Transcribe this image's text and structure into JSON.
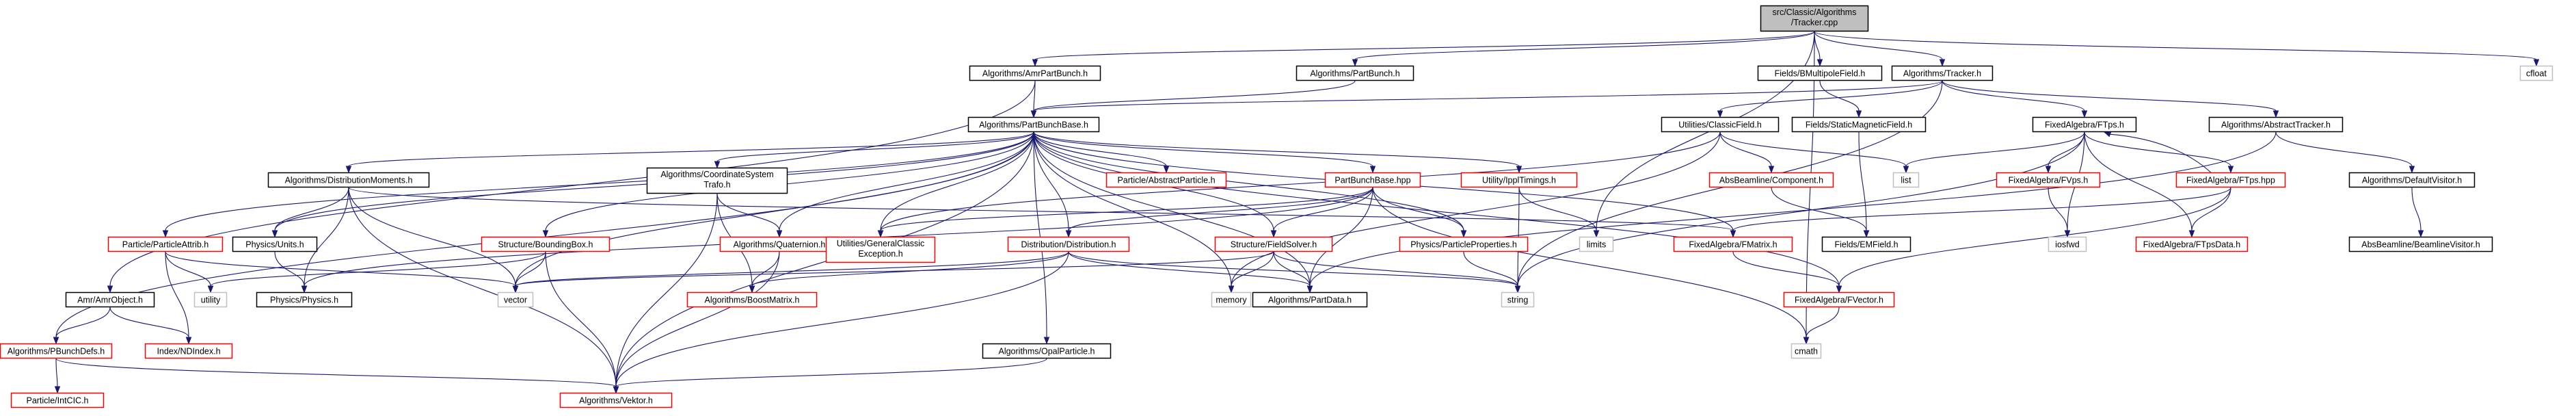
{
  "colors": {
    "root_fill": "#bfbfbf",
    "root_border": "#000000",
    "normal_border": "#000000",
    "red_border": "#ff0000",
    "system_border": "#bfbfbf",
    "edge": "#191970"
  },
  "nodes": {
    "n_root": {
      "label": "src/Classic/Algorithms/Tracker.cpp",
      "style": "root"
    },
    "n_amrpb": {
      "label": "Algorithms/AmrPartBunch.h",
      "style": "normal"
    },
    "n_pb": {
      "label": "Algorithms/PartBunch.h",
      "style": "normal"
    },
    "n_bmf": {
      "label": "Fields/BMultipoleField.h",
      "style": "normal"
    },
    "n_tracker": {
      "label": "Algorithms/Tracker.h",
      "style": "normal"
    },
    "n_cfloat": {
      "label": "cfloat",
      "style": "system"
    },
    "n_pbb": {
      "label": "Algorithms/PartBunchBase.h",
      "style": "normal"
    },
    "n_classicfield": {
      "label": "Utilities/ClassicField.h",
      "style": "normal"
    },
    "n_smf": {
      "label": "Fields/StaticMagneticField.h",
      "style": "normal"
    },
    "n_ftps": {
      "label": "FixedAlgebra/FTps.h",
      "style": "normal"
    },
    "n_abstracker": {
      "label": "Algorithms/AbstractTracker.h",
      "style": "normal"
    },
    "n_distmom": {
      "label": "Algorithms/DistributionMoments.h",
      "style": "normal"
    },
    "n_coordsys": {
      "label": "Algorithms/CoordinateSystem Trafo.h",
      "style": "normal"
    },
    "n_abspart": {
      "label": "Particle/AbstractParticle.h",
      "style": "red"
    },
    "n_pbbhpp": {
      "label": "PartBunchBase.hpp",
      "style": "red"
    },
    "n_ippl": {
      "label": "Utility/IpplTimings.h",
      "style": "red"
    },
    "n_abscomp": {
      "label": "AbsBeamline/Component.h",
      "style": "red"
    },
    "n_list": {
      "label": "list",
      "style": "system"
    },
    "n_fvps": {
      "label": "FixedAlgebra/FVps.h",
      "style": "red"
    },
    "n_ftpshpp": {
      "label": "FixedAlgebra/FTps.hpp",
      "style": "red"
    },
    "n_defvisitor": {
      "label": "Algorithms/DefaultVisitor.h",
      "style": "normal"
    },
    "n_partattrib": {
      "label": "Particle/ParticleAttrib.h",
      "style": "red"
    },
    "n_units": {
      "label": "Physics/Units.h",
      "style": "normal"
    },
    "n_quat": {
      "label": "Algorithms/Quaternion.h",
      "style": "red"
    },
    "n_gce": {
      "label": "Utilities/GeneralClassic Exception.h",
      "style": "red"
    },
    "n_bbox": {
      "label": "Structure/BoundingBox.h",
      "style": "red"
    },
    "n_dist": {
      "label": "Distribution/Distribution.h",
      "style": "red"
    },
    "n_fieldsolver": {
      "label": "Structure/FieldSolver.h",
      "style": "red"
    },
    "n_physprops": {
      "label": "Physics/ParticleProperties.h",
      "style": "red"
    },
    "n_limits": {
      "label": "limits",
      "style": "system"
    },
    "n_fmatrix": {
      "label": "FixedAlgebra/FMatrix.h",
      "style": "red"
    },
    "n_emfield": {
      "label": "Fields/EMField.h",
      "style": "normal"
    },
    "n_iosfwd": {
      "label": "iosfwd",
      "style": "system"
    },
    "n_ftpsdata": {
      "label": "FixedAlgebra/FTpsData.h",
      "style": "red"
    },
    "n_blvisitor": {
      "label": "AbsBeamline/BeamlineVisitor.h",
      "style": "normal"
    },
    "n_amrobj": {
      "label": "Amr/AmrObject.h",
      "style": "normal"
    },
    "n_utility": {
      "label": "utility",
      "style": "system"
    },
    "n_physics": {
      "label": "Physics/Physics.h",
      "style": "normal"
    },
    "n_vector": {
      "label": "vector",
      "style": "system"
    },
    "n_boostmat": {
      "label": "Algorithms/BoostMatrix.h",
      "style": "red"
    },
    "n_memory": {
      "label": "memory",
      "style": "system"
    },
    "n_partdata": {
      "label": "Algorithms/PartData.h",
      "style": "normal"
    },
    "n_string": {
      "label": "string",
      "style": "system"
    },
    "n_fvector": {
      "label": "FixedAlgebra/FVector.h",
      "style": "red"
    },
    "n_pbunchdefs": {
      "label": "Algorithms/PBunchDefs.h",
      "style": "red"
    },
    "n_ndindex": {
      "label": "Index/NDIndex.h",
      "style": "red"
    },
    "n_cmath": {
      "label": "cmath",
      "style": "system"
    },
    "n_opalpart": {
      "label": "Algorithms/OpalParticle.h",
      "style": "normal"
    },
    "n_intcic": {
      "label": "Particle/IntCIC.h",
      "style": "red"
    },
    "n_vektor": {
      "label": "Algorithms/Vektor.h",
      "style": "red"
    }
  }
}
